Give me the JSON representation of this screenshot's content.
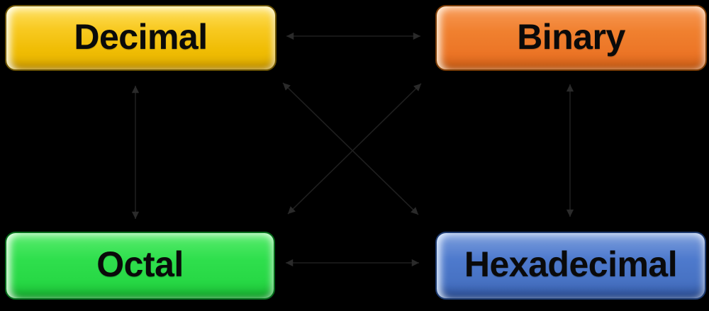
{
  "diagram": {
    "description": "Number base conversion diagram with four glossy buttons on black background connected by faint bidirectional arrows",
    "background_color": "#000000",
    "arrow_color": "#1f1f1f",
    "nodes": [
      {
        "id": "decimal",
        "label": "Decimal",
        "color": "#F6C51D"
      },
      {
        "id": "binary",
        "label": "Binary",
        "color": "#F0802F"
      },
      {
        "id": "octal",
        "label": "Octal",
        "color": "#2EDC4B"
      },
      {
        "id": "hexadecimal",
        "label": "Hexadecimal",
        "color": "#4C78CB"
      }
    ],
    "edges": [
      {
        "from": "Decimal",
        "to": "Binary",
        "bidirectional": true
      },
      {
        "from": "Octal",
        "to": "Hexadecimal",
        "bidirectional": true
      },
      {
        "from": "Decimal",
        "to": "Octal",
        "bidirectional": true
      },
      {
        "from": "Binary",
        "to": "Hexadecimal",
        "bidirectional": true
      },
      {
        "from": "Decimal",
        "to": "Hexadecimal",
        "bidirectional": true
      },
      {
        "from": "Octal",
        "to": "Binary",
        "bidirectional": true
      }
    ]
  }
}
